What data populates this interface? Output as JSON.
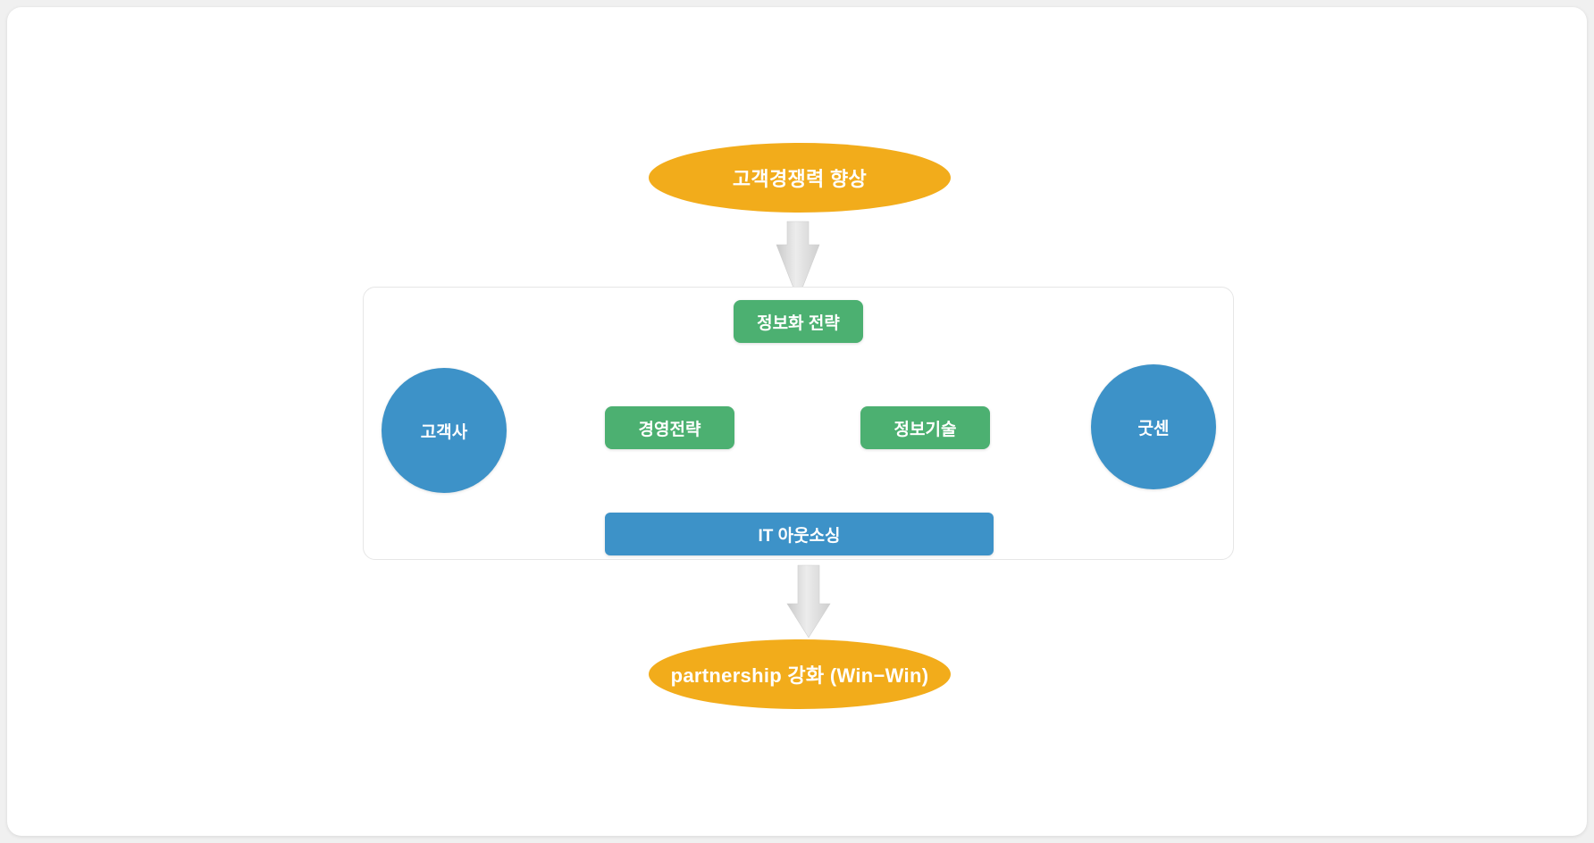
{
  "diagram": {
    "type": "strategy-flow-diagram",
    "colors": {
      "orange": "#f2ac1b",
      "blue": "#3d92c8",
      "green": "#4cb071",
      "arrow_gray": "#dcdcdc",
      "panel_border": "#e6e6e6",
      "page_background": "#ffffff",
      "canvas_background": "#f0f0f0",
      "node_text": "#ffffff"
    },
    "outcomes": [
      {
        "id": "customer-competitiveness",
        "label": "고객경쟁력 향상",
        "shape": "ellipse",
        "position": "top"
      },
      {
        "id": "partnership-winwin",
        "label": "partnership 강화 (Win−Win)",
        "shape": "ellipse",
        "position": "bottom"
      }
    ],
    "actors": [
      {
        "id": "client-company",
        "label": "고객사",
        "shape": "circle",
        "position": "left"
      },
      {
        "id": "goodcen",
        "label": "굿센",
        "shape": "circle",
        "position": "right"
      }
    ],
    "strategy_nodes": [
      {
        "id": "information-strategy",
        "label": "정보화 전략",
        "shape": "rounded-box",
        "position": "top-center"
      },
      {
        "id": "management-strategy",
        "label": "경영전략",
        "shape": "rounded-box",
        "position": "mid-left"
      },
      {
        "id": "information-technology",
        "label": "정보기술",
        "shape": "rounded-box",
        "position": "mid-right"
      }
    ],
    "foundation": {
      "id": "it-outsourcing",
      "label": "IT 아웃소싱",
      "shape": "bar",
      "position": "bottom-center"
    },
    "connections": [
      {
        "from": "client-company",
        "to": "management-strategy",
        "direction": "right"
      },
      {
        "from": "goodcen",
        "to": "information-technology",
        "direction": "left"
      },
      {
        "from": "management-strategy",
        "to": "information-strategy",
        "direction": "up-right"
      },
      {
        "from": "information-technology",
        "to": "information-strategy",
        "direction": "up-left"
      },
      {
        "from": "it-outsourcing",
        "to": "management-strategy",
        "direction": "up"
      },
      {
        "from": "it-outsourcing",
        "to": "information-strategy",
        "direction": "up"
      },
      {
        "from": "it-outsourcing",
        "to": "information-technology",
        "direction": "up"
      },
      {
        "from": "information-strategy",
        "to": "customer-competitiveness",
        "direction": "up"
      },
      {
        "from": "it-outsourcing",
        "to": "partnership-winwin",
        "direction": "down"
      }
    ]
  }
}
